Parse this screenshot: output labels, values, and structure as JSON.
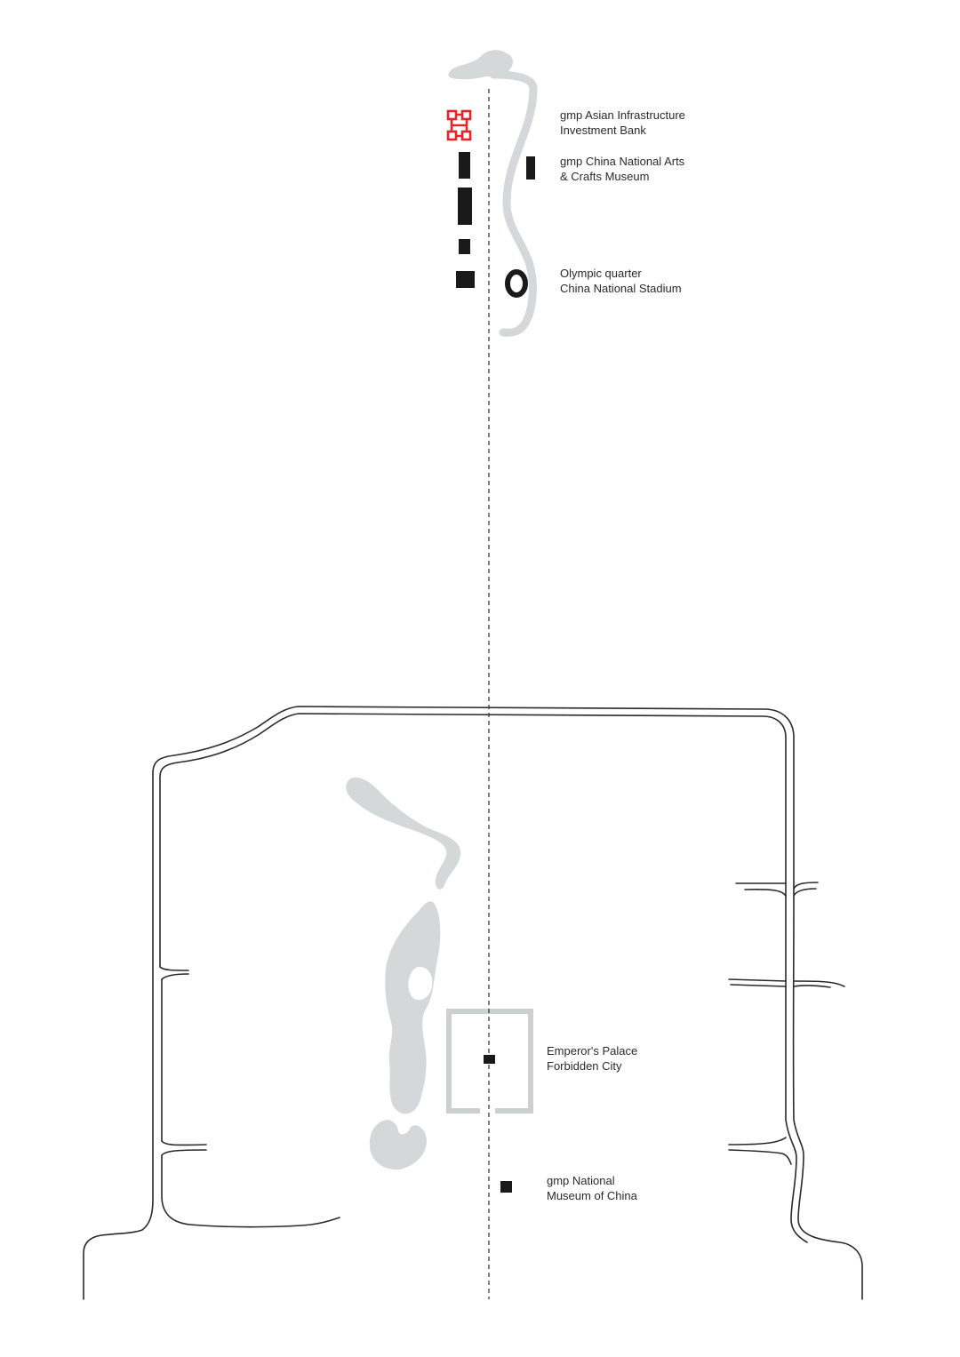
{
  "colors": {
    "water": "#d5d8d8",
    "building": "#1a1a1a",
    "highlight": "#e8242b",
    "road": "#2a2a2a",
    "axis": "#3a3a3a",
    "palace_wall": "#cdd0d0"
  },
  "labels": {
    "aiib": {
      "line1": "gmp Asian Infrastructure",
      "line2": "Investment Bank"
    },
    "arts_museum": {
      "line1": "gmp China National Arts",
      "line2": "& Crafts Museum"
    },
    "olympic": {
      "line1": "Olympic quarter",
      "line2": "China National Stadium"
    },
    "palace": {
      "line1": "Emperor's Palace",
      "line2": "Forbidden City"
    },
    "national_museum": {
      "line1": "gmp National",
      "line2": "Museum of China"
    }
  },
  "icons": {
    "aiib_building": "aiib-building-plan-icon",
    "stadium": "stadium-ring-icon"
  }
}
